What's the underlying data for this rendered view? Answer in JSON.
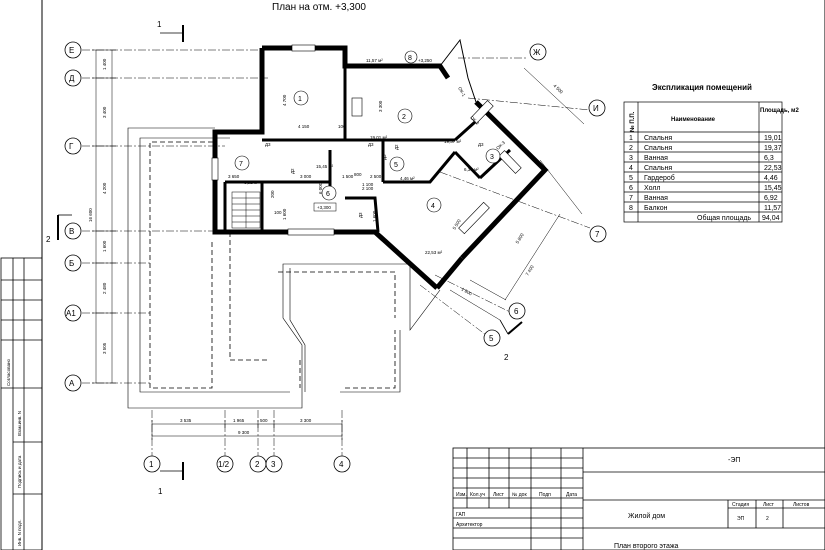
{
  "drawing": {
    "title": "План на отм.  +3,300",
    "section_marks": [
      "1",
      "1",
      "2",
      "2"
    ],
    "axes_left": [
      "Е",
      "Д",
      "Г",
      "В",
      "Б",
      "А1",
      "А"
    ],
    "axes_bottom": [
      "1",
      "1/2",
      "2",
      "3",
      "4"
    ],
    "axes_right": [
      "Ж",
      "И",
      "7",
      "6",
      "5"
    ],
    "dims_vertical": [
      "1 400",
      "3 400",
      "4 200",
      "1 600",
      "2 480",
      "3 505",
      "16 600"
    ],
    "dims_bottom": [
      "3 535",
      "1 965",
      "500",
      "3 300",
      "9 300"
    ],
    "dims_right": [
      "4 500",
      "5 800",
      "7 400",
      "1 800"
    ],
    "dims_internal": [
      "4 700",
      "4 150",
      "100",
      "3 300",
      "3 650",
      "3 000",
      "1 500",
      "2 500",
      "6 000",
      "1 600",
      "800",
      "1 100",
      "5 500",
      "2 100",
      "100",
      "200",
      "1 600"
    ],
    "room_numbers": [
      "1",
      "2",
      "3",
      "4",
      "5",
      "6",
      "7",
      "8"
    ],
    "area_tags": [
      "11,57 м²",
      "19,01 м²",
      "19,37 м²",
      "6,30 м²",
      "4,46 м²",
      "15,45 м²",
      "6,92 м²",
      "22,53 м²"
    ],
    "level_marks": [
      "+3,250",
      "+3,300"
    ],
    "door_tags": [
      "Д3",
      "Д3",
      "Д3",
      "Д2",
      "Д2",
      "Д3",
      "Д3"
    ],
    "window_tags": [
      "ОК-1",
      "ОК-2",
      "ОК-3"
    ]
  },
  "explication": {
    "title": "Экспликация помещений",
    "headers": [
      "№ П.П.",
      "Наименование",
      "Площадь, м2"
    ],
    "rows": [
      [
        "1",
        "Спальня",
        "19,01"
      ],
      [
        "2",
        "Спальня",
        "19,37"
      ],
      [
        "3",
        "Ванная",
        "6,3"
      ],
      [
        "4",
        "Спальня",
        "22,53"
      ],
      [
        "5",
        "Гардероб",
        "4,46"
      ],
      [
        "6",
        "Холл",
        "15,45"
      ],
      [
        "7",
        "Ванная",
        "6,92"
      ],
      [
        "8",
        "Балкон",
        "11,57"
      ]
    ],
    "total_label": "Общая площадь",
    "total_value": "94,04"
  },
  "title_block": {
    "code": "-ЭП",
    "col_heads": [
      "Изм.",
      "Кол.уч",
      "Лист",
      "№ док",
      "Подп",
      "Дата"
    ],
    "roles": [
      "ГАП",
      "Архитектор"
    ],
    "project": "Жилой дом",
    "sheet_name": "План второго этажа",
    "stage_label": "Стадия",
    "sheet_label": "Лист",
    "sheets_label": "Листов",
    "stage": "ЭП",
    "sheet": "2"
  },
  "side_stamp": [
    "Согласовано",
    "Взам.инв. N",
    "Подпись и дата",
    "Инв. N подл."
  ]
}
